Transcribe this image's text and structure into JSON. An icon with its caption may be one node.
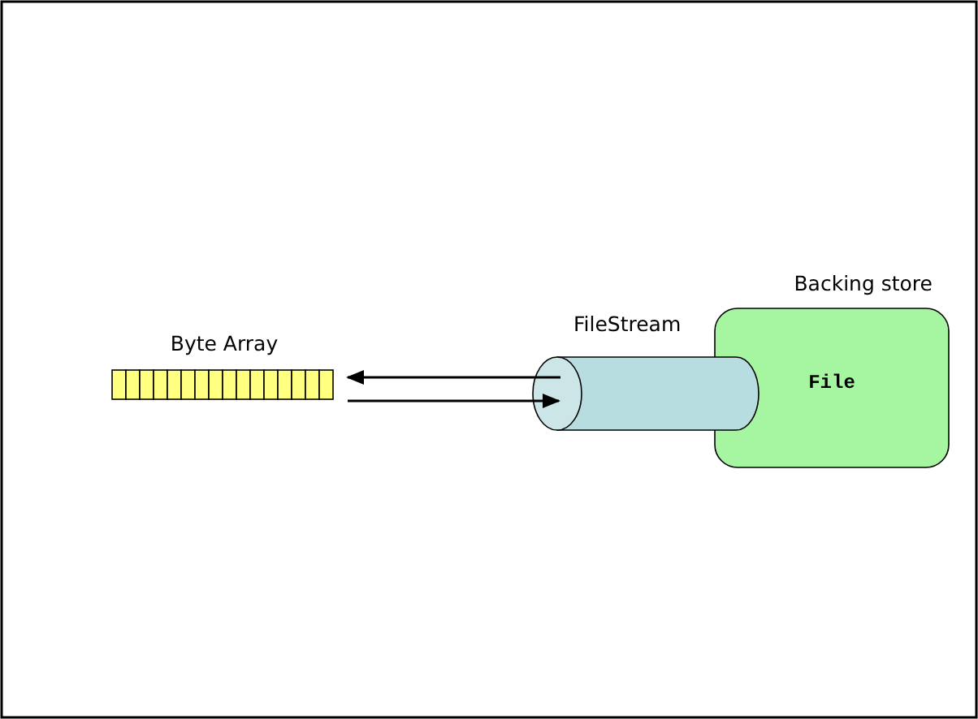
{
  "diagram": {
    "nodes": [
      {
        "text": [
          "Byte Array"
        ]
      },
      {
        "text": [
          "FileStream"
        ]
      },
      {
        "text": [
          "Backing store",
          "File"
        ]
      }
    ],
    "edges": [
      {
        "from": 1,
        "to": 0,
        "arrow": "to"
      },
      {
        "from": 0,
        "to": 1,
        "arrow": "to"
      }
    ]
  }
}
